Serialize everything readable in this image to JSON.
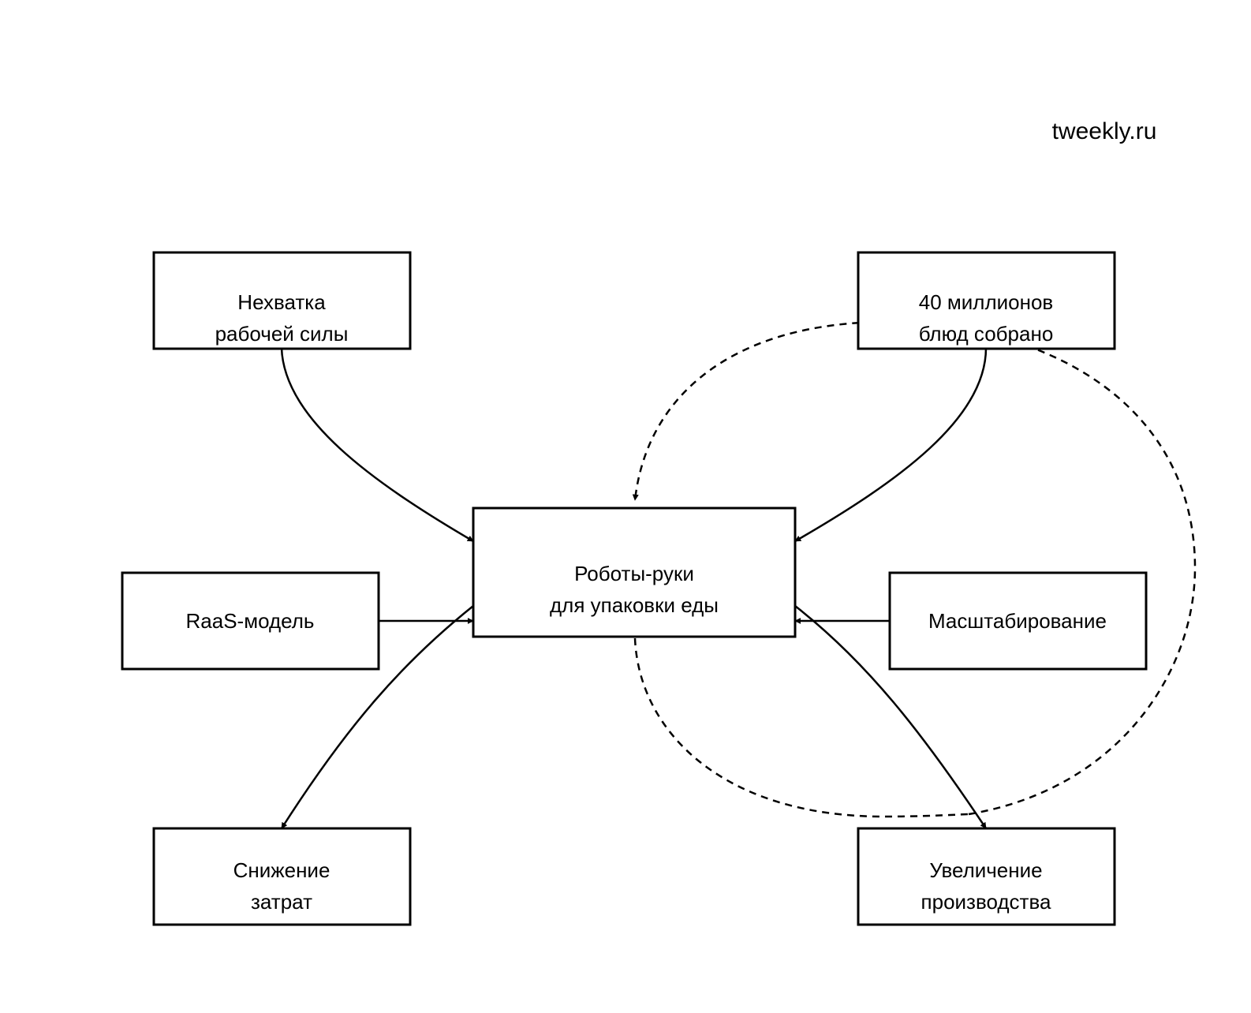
{
  "watermark": "tweekly.ru",
  "nodes": {
    "center": {
      "line1": "Роботы-руки",
      "line2": "для упаковки еды"
    },
    "labor_shortage": {
      "line1": "Нехватка",
      "line2": "рабочей силы"
    },
    "meals_assembled": {
      "line1": "40 миллионов",
      "line2": "блюд собрано"
    },
    "raas_model": {
      "line1": "RaaS-модель"
    },
    "scaling": {
      "line1": "Масштабирование"
    },
    "cost_reduction": {
      "line1": "Снижение",
      "line2": "затрат"
    },
    "production_increase": {
      "line1": "Увеличение",
      "line2": "производства"
    }
  }
}
